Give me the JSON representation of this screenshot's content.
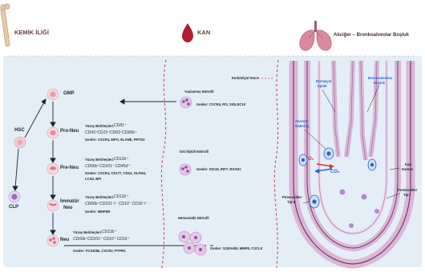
{
  "headers": {
    "bone_marrow": "KEMİK İLİĞİ",
    "blood": "KAN",
    "lung": "Akciğer – Bronkoalveolar Boşluk"
  },
  "marrow": {
    "hsc": "HSC",
    "clp": "CLP",
    "gmp": "GMP",
    "stages": [
      {
        "name": "Pro-Neu",
        "markers_label": "Yüzey Belirteçleri:",
        "markers_1": "CD81⁺",
        "markers_2": "CD43⁺CD15⁺CD63⁺CD66b⁺",
        "genes": "Genler: CXCR4, MPO, ELANE, PRTN3"
      },
      {
        "name": "Pre-Neu",
        "markers_label": "Yüzey Belirteçleri:",
        "markers_1": "CD11b⁺",
        "markers_2": "CD66b⁺CD101⁺ CD45d⁺",
        "genes_1": "Genler: CXCR4, CD177, CD24, OLFM4,",
        "genes_2": "LCN2, BPI"
      },
      {
        "name_1": "İmmatür",
        "name_2": "Neu",
        "markers_label": "Yüzey Belirteçleri:",
        "markers_1": "CD11b⁺",
        "markers_2": "CD66b⁺CD101⁺/⁻ CD10⁻ CD16⁺/⁻",
        "genes": "Genler: MMP8/9"
      },
      {
        "name": "Neu",
        "markers_label": "Yüzey Belirteçleri:",
        "markers_1": "CD11b⁺",
        "markers_2": "CD66b⁺CD101⁺ CD10⁺ CD16⁺",
        "genes": "Genler: FCGR3B, CXCR2, PTPRC"
      }
    ]
  },
  "blood": {
    "endothelial": "Endotelyal Hücre",
    "aged_title": "Yaşlanmış Nötrofil",
    "aged_genes": "Genler: CXCR4, PI3, SIGLEC10",
    "isg_title": "ISG İlişkili Nötrofil",
    "isg_genes": "Genler: ISG15, IRF7, RSAD2",
    "hemo_title": "Hemostatik Nötrofil",
    "hemo_genes": "Genler: S100A8/9, MMP8, CXCL8"
  },
  "lung": {
    "bronchiole": "Bronşiyal",
    "epithelium": "Epitel",
    "alveolar_space_1": "Bronkoalveolar",
    "alveolar_space_2": "Boşluk",
    "macrophage_1": "Alveolar",
    "macrophage_2": "Makrofaj",
    "o2": "O₂",
    "co2": "CO₂",
    "blood_vessel_1": "Kan",
    "blood_vessel_2": "Damarı",
    "pneumocyte_2a": "Pnömositler",
    "pneumocyte_2b": "Tip-II",
    "pneumocyte_1a": "Pnömositler",
    "pneumocyte_1b": "Tip-I"
  },
  "colors": {
    "panel": "#e4eef7",
    "dashed_red": "#c23a3a",
    "marrow_cell": "#f3c9d5",
    "neutrophil_nucleus": "#b38ad0",
    "airway_pink": "#dcb6d4",
    "airway_dark": "#6a3a78",
    "blue_cell": "#2c63c9"
  }
}
